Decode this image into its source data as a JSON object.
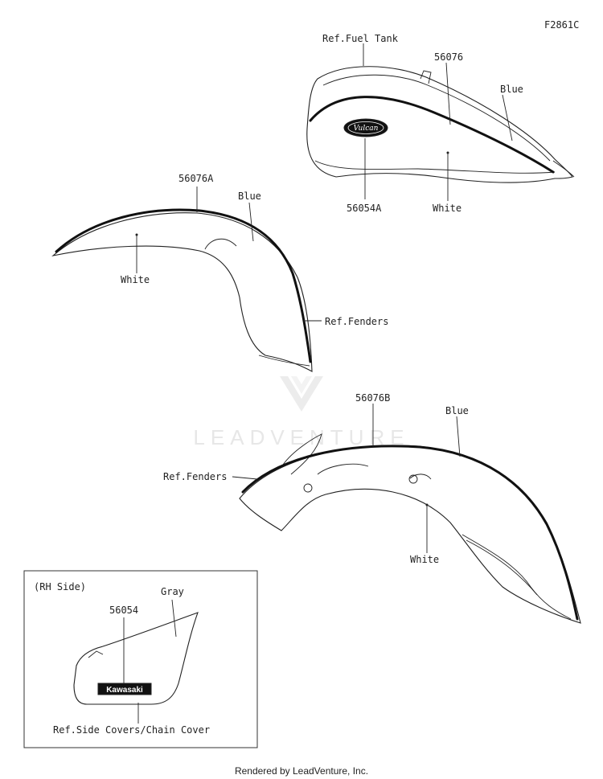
{
  "figure_code": "F2861C",
  "watermark": "LEADVENTURE",
  "footer": "Rendered by LeadVenture, Inc.",
  "fuel_tank": {
    "ref_label": "Ref.Fuel Tank",
    "stripe_part": "56076",
    "emblem_part": "56054A",
    "emblem_text": "Vulcan",
    "color_blue": "Blue",
    "color_white": "White"
  },
  "front_fender": {
    "stripe_part": "56076A",
    "color_blue": "Blue",
    "color_white": "White",
    "ref_label": "Ref.Fenders"
  },
  "rear_fender": {
    "stripe_part": "56076B",
    "color_blue": "Blue",
    "color_white": "White",
    "ref_label": "Ref.Fenders"
  },
  "side_cover": {
    "inset_title": "(RH Side)",
    "color_gray": "Gray",
    "emblem_part": "56054",
    "logo_text": "Kawasaki",
    "ref_label": "Ref.Side Covers/Chain Cover"
  },
  "colors": {
    "line": "#222222",
    "watermark": "#e7e7e7"
  }
}
